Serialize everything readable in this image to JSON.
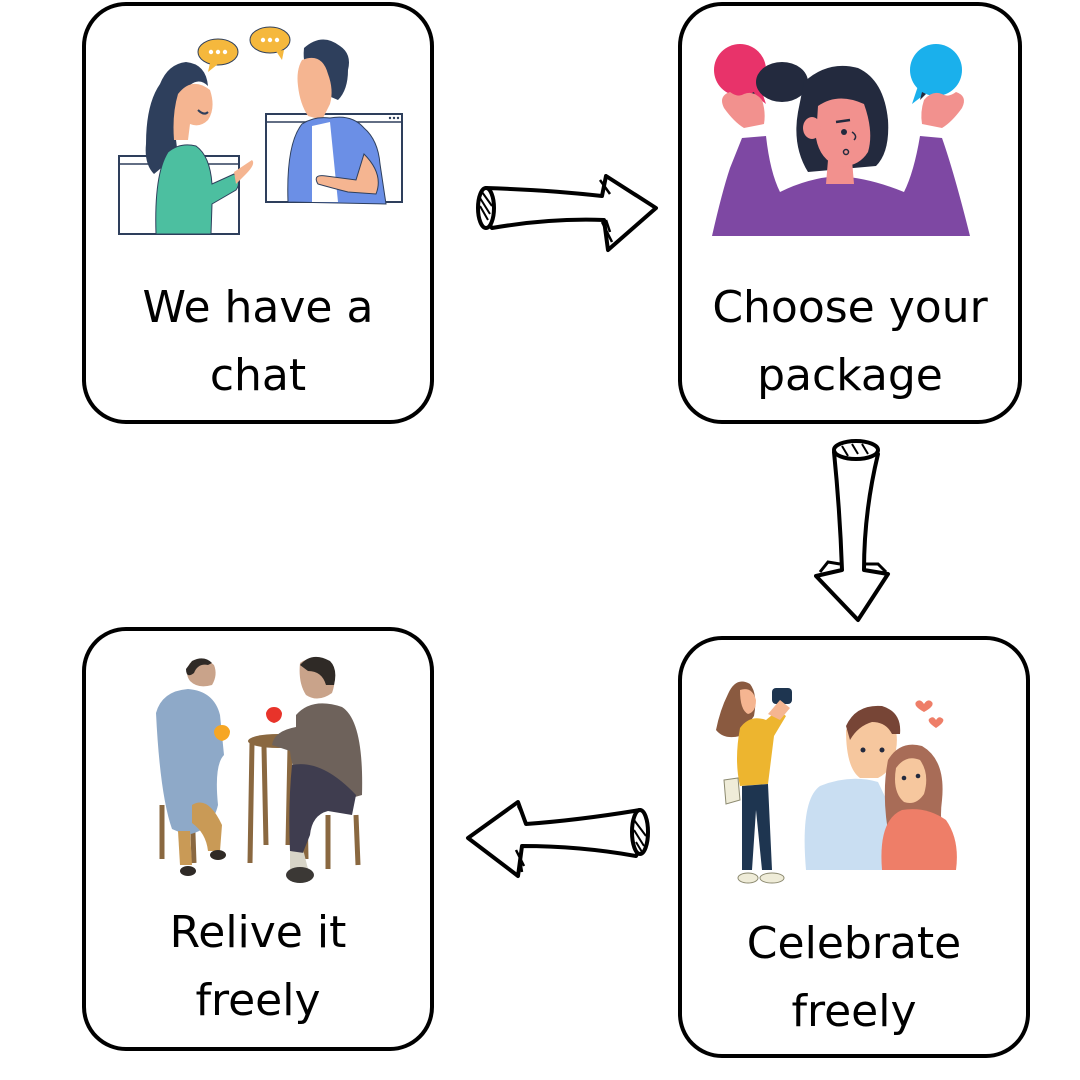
{
  "diagram": {
    "type": "process-flow",
    "steps": [
      {
        "order": 1,
        "caption_lines": [
          "We have a",
          "chat"
        ],
        "illustration": "two-people-video-chat-illustration"
      },
      {
        "order": 2,
        "caption_lines": [
          "Choose your",
          "package"
        ],
        "illustration": "woman-deciding-speech-bubbles-illustration"
      },
      {
        "order": 3,
        "caption_lines": [
          "Celebrate",
          "freely"
        ],
        "illustration": "photographer-and-couple-illustration"
      },
      {
        "order": 4,
        "caption_lines": [
          "Relive it",
          "freely"
        ],
        "illustration": "couple-at-cafe-table-illustration"
      }
    ],
    "arrows": [
      {
        "from": 1,
        "to": 2,
        "direction": "right"
      },
      {
        "from": 2,
        "to": 3,
        "direction": "down"
      },
      {
        "from": 3,
        "to": 4,
        "direction": "left"
      }
    ],
    "colors": {
      "border": "#000000",
      "background": "#ffffff",
      "bubble_yellow": "#F5B83D",
      "bubble_pink": "#E8336A",
      "bubble_blue": "#1AB0EC",
      "shirt_green": "#4CBFA0",
      "jacket_blue": "#6B8FE6",
      "sweater_purple": "#7E48A3",
      "shirt_yellow": "#EDB52F",
      "sweater_lightblue": "#C9DEF2",
      "sweater_coral": "#EE7E68",
      "dress_blue": "#8EA9C8",
      "jacket_brown": "#6E625B"
    }
  }
}
